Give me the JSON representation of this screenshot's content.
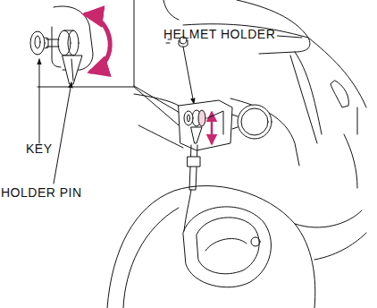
{
  "diagram": {
    "labels": [
      "HELMET HOLDER",
      "KEY",
      "HOLDER PIN"
    ]
  }
}
